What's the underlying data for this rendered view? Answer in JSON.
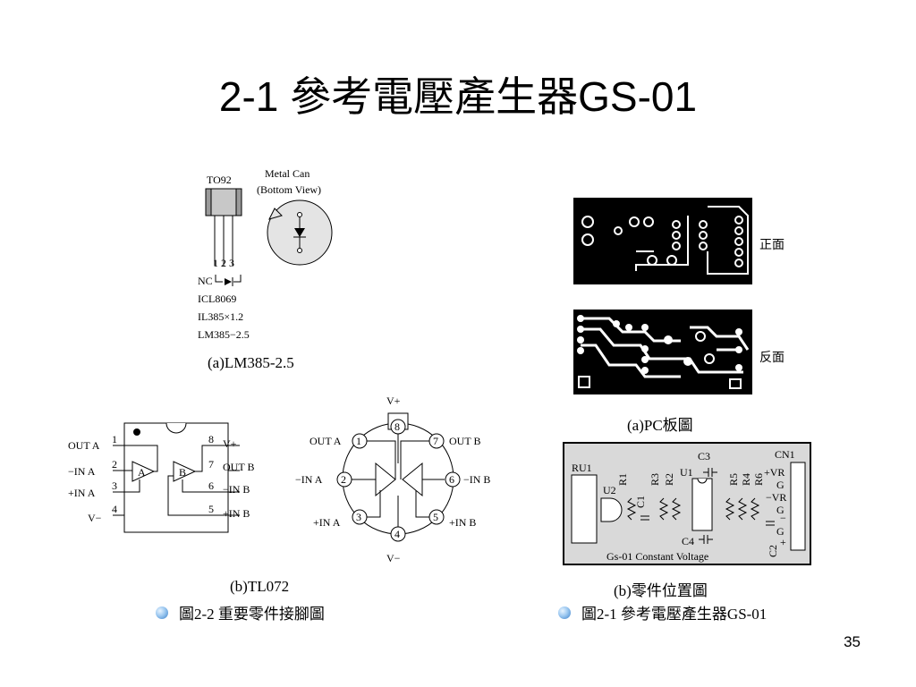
{
  "title": "2-1 參考電壓產生器GS-01",
  "lm385": {
    "pkg_to92": "TO92",
    "pkg_metal": "Metal Can",
    "pkg_view": "(Bottom View)",
    "pins": "1 2 3",
    "nc": "NC",
    "parts": [
      "ICL8069",
      "IL385×1.2",
      "LM385−2.5"
    ],
    "caption": "(a)LM385-2.5"
  },
  "pcb": {
    "front_label": "正面",
    "back_label": "反面",
    "caption": "(a)PC板圖"
  },
  "tl072_dip": {
    "left_pins": [
      {
        "label": "OUT A",
        "num": "1"
      },
      {
        "label": "−IN A",
        "num": "2"
      },
      {
        "label": "+IN A",
        "num": "3"
      },
      {
        "label": "V−",
        "num": "4"
      }
    ],
    "right_pins": [
      {
        "label": "V+",
        "num": "8"
      },
      {
        "label": "OUT B",
        "num": "7"
      },
      {
        "label": "−IN B",
        "num": "6"
      },
      {
        "label": "+IN B",
        "num": "5"
      }
    ],
    "amp_a": "A",
    "amp_b": "B"
  },
  "tl072_can": {
    "top_label": "V+",
    "bottom_label": "V−",
    "left_labels": [
      "OUT A",
      "−IN A",
      "+IN A"
    ],
    "right_labels": [
      "OUT B",
      "−IN B",
      "+IN B"
    ],
    "pins": [
      "1",
      "2",
      "3",
      "4",
      "5",
      "6",
      "7",
      "8"
    ]
  },
  "tl072_caption": "(b)TL072",
  "layout": {
    "labels": [
      "RU1",
      "U2",
      "R1",
      "C1",
      "R3",
      "R2",
      "U1",
      "C3",
      "R5",
      "R4",
      "R6",
      "CN1",
      "+VR",
      "G",
      "−VR",
      "G",
      "C4",
      "C2",
      "G",
      "+",
      "−"
    ],
    "board_name": "Gs-01 Constant Voltage",
    "caption": "(b)零件位置圖"
  },
  "bullets": {
    "left": "圖2-2 重要零件接腳圖",
    "right": "圖2-1 參考電壓產生器GS-01"
  },
  "page_number": "35"
}
